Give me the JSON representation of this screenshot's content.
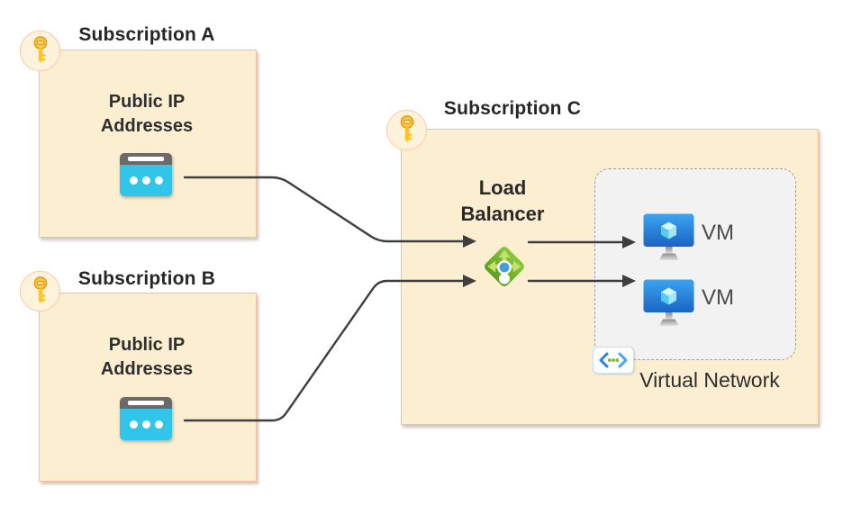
{
  "diagram_type": "azure-cross-subscription-load-balancer",
  "subscriptions": {
    "a": {
      "title": "Subscription A",
      "resource_lines": [
        "Public IP",
        "Addresses"
      ]
    },
    "b": {
      "title": "Subscription B",
      "resource_lines": [
        "Public IP",
        "Addresses"
      ]
    },
    "c": {
      "title": "Subscription C",
      "load_balancer_lines": [
        "Load",
        "Balancer"
      ],
      "vm_labels": [
        "VM",
        "VM"
      ],
      "virtual_network_label": "Virtual Network"
    }
  },
  "connections": [
    {
      "from": "subscription-a-public-ip",
      "to": "load-balancer",
      "arrow": "right"
    },
    {
      "from": "subscription-b-public-ip",
      "to": "load-balancer",
      "arrow": "right"
    },
    {
      "from": "load-balancer",
      "to": "vm-1",
      "arrow": "right"
    },
    {
      "from": "load-balancer",
      "to": "vm-2",
      "arrow": "right"
    }
  ],
  "icons": {
    "key": "key-icon",
    "public_ip": "public-ip-icon",
    "load_balancer": "load-balancer-icon",
    "vm": "vm-icon",
    "virtual_network": "virtual-network-icon"
  },
  "colors": {
    "box_fill": "#FBEED1",
    "box_border": "#F5BE9C",
    "badge_fill": "#FDF3DD",
    "badge_border": "#F8CBA4",
    "key_gold": "#FFC83D",
    "public_ip_cyan": "#31C5E9",
    "public_ip_bar": "#6A6A6A",
    "vnet_fill": "#F2F2F2",
    "vnet_border": "#9F9F9F",
    "connector": "#3E3E3E",
    "lb_green": "#73B52E",
    "vm_blue": "#2B84DC",
    "title_text": "#262626",
    "vm_label_text": "#4A4A4A"
  }
}
